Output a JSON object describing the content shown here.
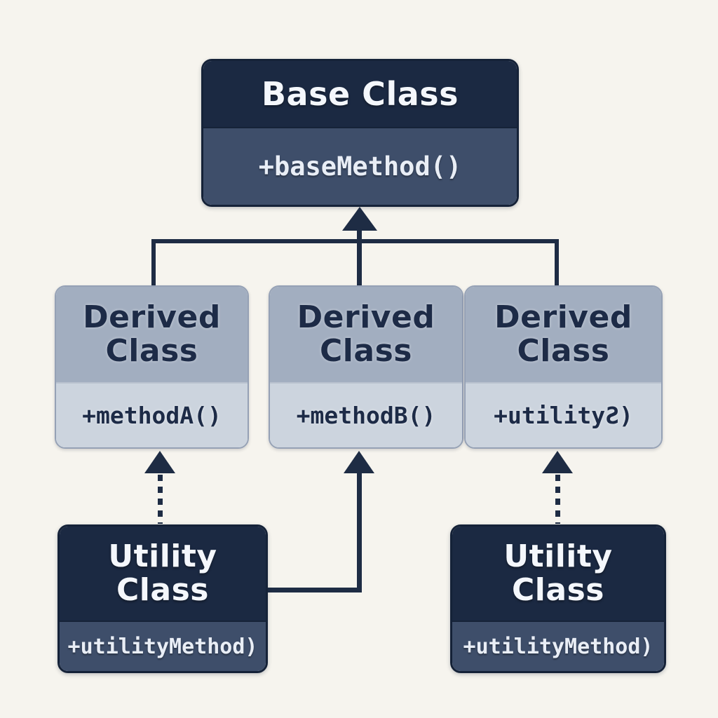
{
  "colors": {
    "background": "#f6f4ee",
    "dark_header": "#1b2942",
    "dark_body": "#3e4e6a",
    "light_header": "#a2aec0",
    "light_body": "#ccd4de",
    "dark_text": "#1d2b47",
    "light_text": "#f4f7fc",
    "connector": "#1e2c44"
  },
  "nodes": {
    "base": {
      "title": "Base Class",
      "method": "+baseMethod()"
    },
    "derived": [
      {
        "title": "Derived Class",
        "method": "+methodA()"
      },
      {
        "title": "Derived Class",
        "method": "+methodB()"
      },
      {
        "title": "Derived Class",
        "method": "+utilityƧ)"
      }
    ],
    "utility": [
      {
        "title": "Utility Class",
        "method": "+utilityMethod)"
      },
      {
        "title": "Utility Class",
        "method": "+utilityMethod)"
      }
    ]
  },
  "edges": [
    {
      "from": "derived-1",
      "to": "base",
      "type": "inheritance",
      "line": "solid",
      "arrowhead": "filled-triangle"
    },
    {
      "from": "derived-2",
      "to": "base",
      "type": "inheritance",
      "line": "solid",
      "arrowhead": "filled-triangle"
    },
    {
      "from": "derived-3",
      "to": "base",
      "type": "inheritance",
      "line": "solid",
      "arrowhead": "filled-triangle"
    },
    {
      "from": "utility-1",
      "to": "derived-1",
      "type": "dependency",
      "line": "dashed",
      "arrowhead": "filled-triangle"
    },
    {
      "from": "utility-1",
      "to": "derived-2",
      "type": "association",
      "line": "solid-elbow",
      "arrowhead": "filled-triangle"
    },
    {
      "from": "utility-2",
      "to": "derived-3",
      "type": "dependency",
      "line": "dashed",
      "arrowhead": "filled-triangle"
    }
  ]
}
